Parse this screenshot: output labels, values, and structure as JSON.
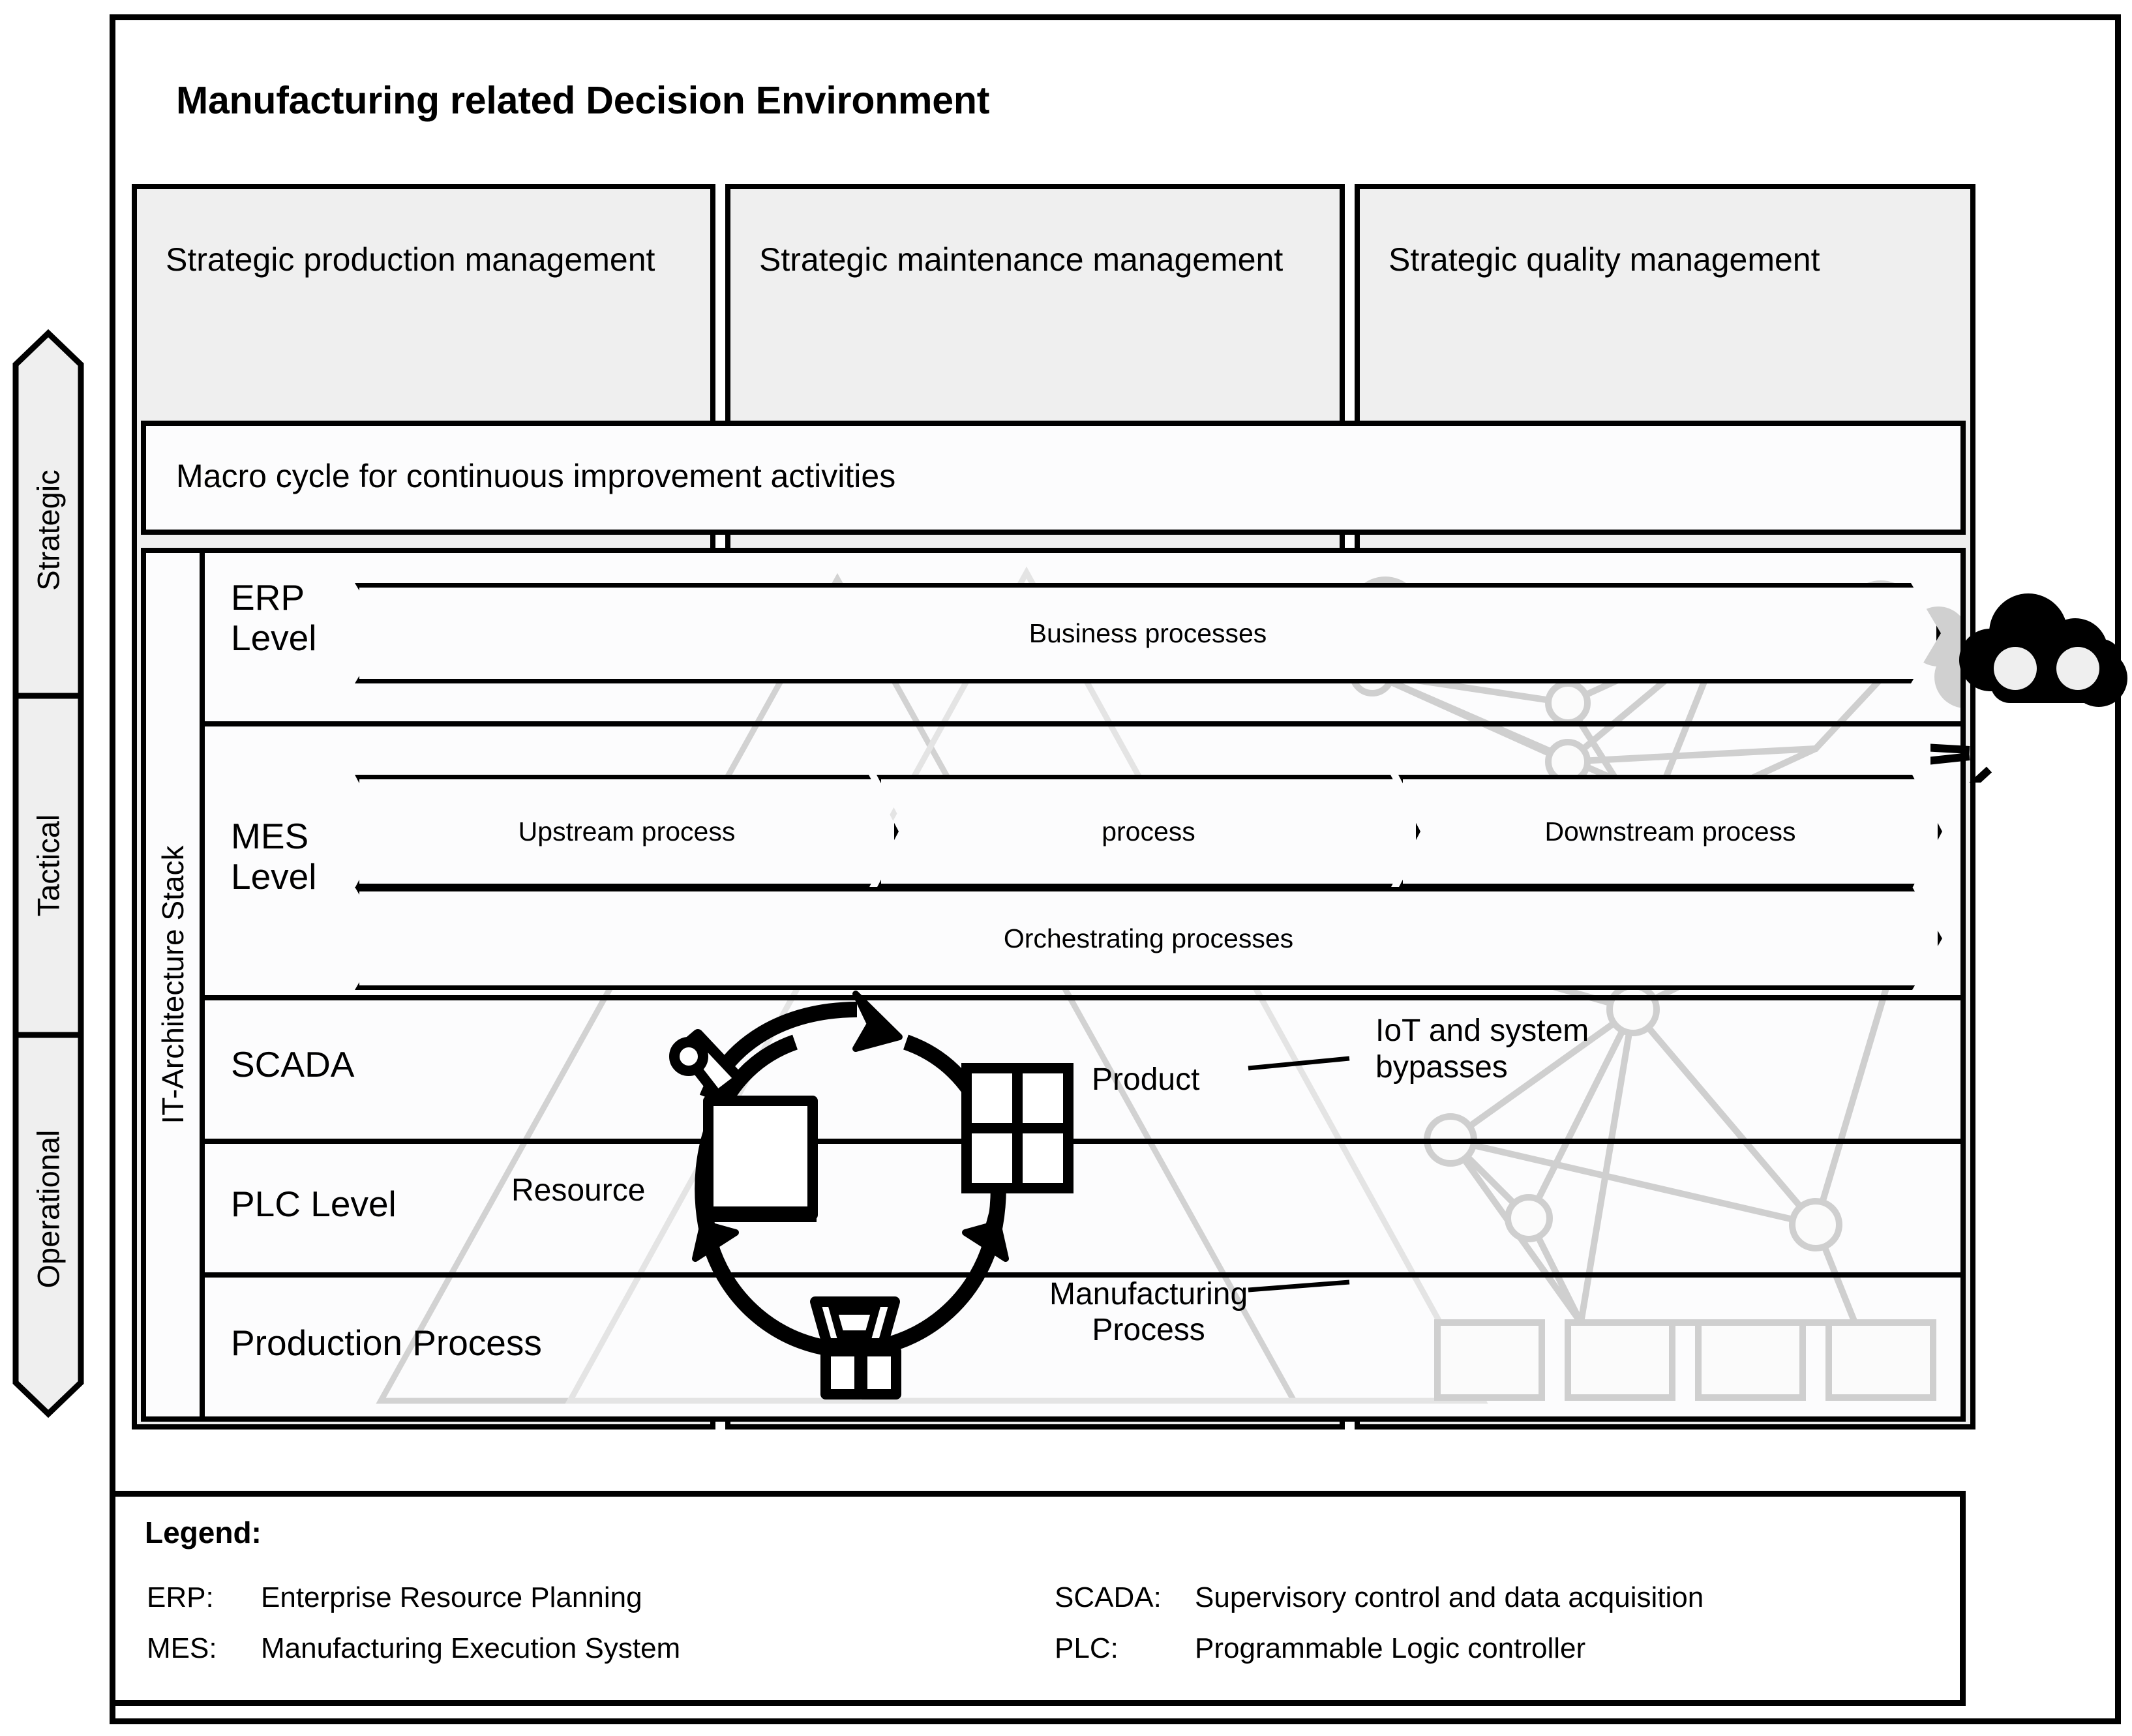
{
  "title": "Manufacturing related Decision Environment",
  "maturity_axis": {
    "name": "decision-horizon-axis",
    "segments": [
      "Strategic",
      "Tactical",
      "Operational"
    ]
  },
  "columns": [
    {
      "label": "Strategic production management"
    },
    {
      "label": "Strategic maintenance management"
    },
    {
      "label": "Strategic quality management"
    }
  ],
  "macro_cycle": {
    "label": "Macro cycle for continuous improvement activities"
  },
  "stack": {
    "spine_label": "IT-Architecture Stack",
    "levels": [
      {
        "label": "ERP\nLevel"
      },
      {
        "label": "MES\nLevel"
      },
      {
        "label": "SCADA"
      },
      {
        "label": "PLC Level"
      },
      {
        "label": "Production Process"
      }
    ]
  },
  "process_arrows": {
    "erp": "Business processes",
    "mes_chain": [
      "Upstream process",
      "process",
      "Downstream process"
    ],
    "mes_orchestration": "Orchestrating processes"
  },
  "annotations": {
    "resource": "Resource",
    "product": "Product",
    "manufacturing_process": "Manufacturing\nProcess",
    "iot": "IoT and system\nbypasses"
  },
  "legend": {
    "title": "Legend:",
    "entries": [
      {
        "key": "ERP:",
        "value": "Enterprise Resource Planning"
      },
      {
        "key": "MES:",
        "value": "Manufacturing Execution System"
      },
      {
        "key": "SCADA:",
        "value": "Supervisory control and data acquisition"
      },
      {
        "key": "PLC:",
        "value": "Programmable Logic controller"
      }
    ]
  },
  "colors": {
    "line": "#000000",
    "panel_fill": "#efefef",
    "inner_fill": "#fcfcfd",
    "ghost_gray": "#cfcfcf",
    "faint_gray": "#e8e8e8"
  }
}
